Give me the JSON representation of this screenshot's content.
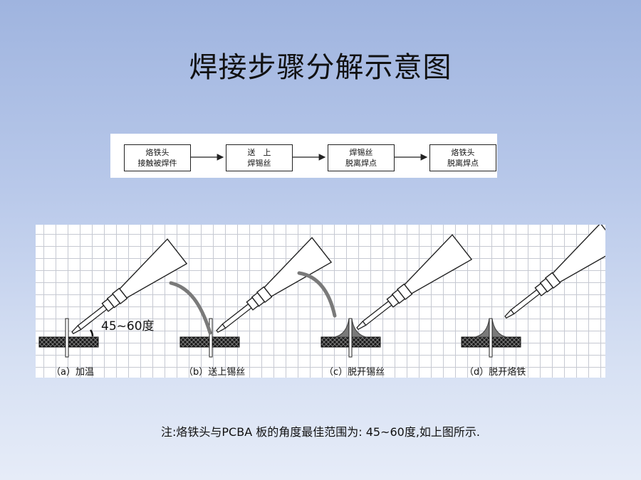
{
  "title": "焊接步骤分解示意图",
  "flow": {
    "steps": [
      {
        "line1": "烙铁头",
        "line2": "接触被焊件"
      },
      {
        "line1": "送　上",
        "line2": "焊锡丝"
      },
      {
        "line1": "焊锡丝",
        "line2": "脱离焊点"
      },
      {
        "line1": "烙铁头",
        "line2": "脱离焊点"
      }
    ]
  },
  "diagram": {
    "angle_label": "45~60度",
    "captions": [
      "（a）加温",
      "（b）送上锡丝",
      "（c）脱开锡丝",
      "（d）脱开烙铁"
    ]
  },
  "note": "注:烙铁头与PCBA 板的角度最佳范围为: 45~60度,如上图所示."
}
